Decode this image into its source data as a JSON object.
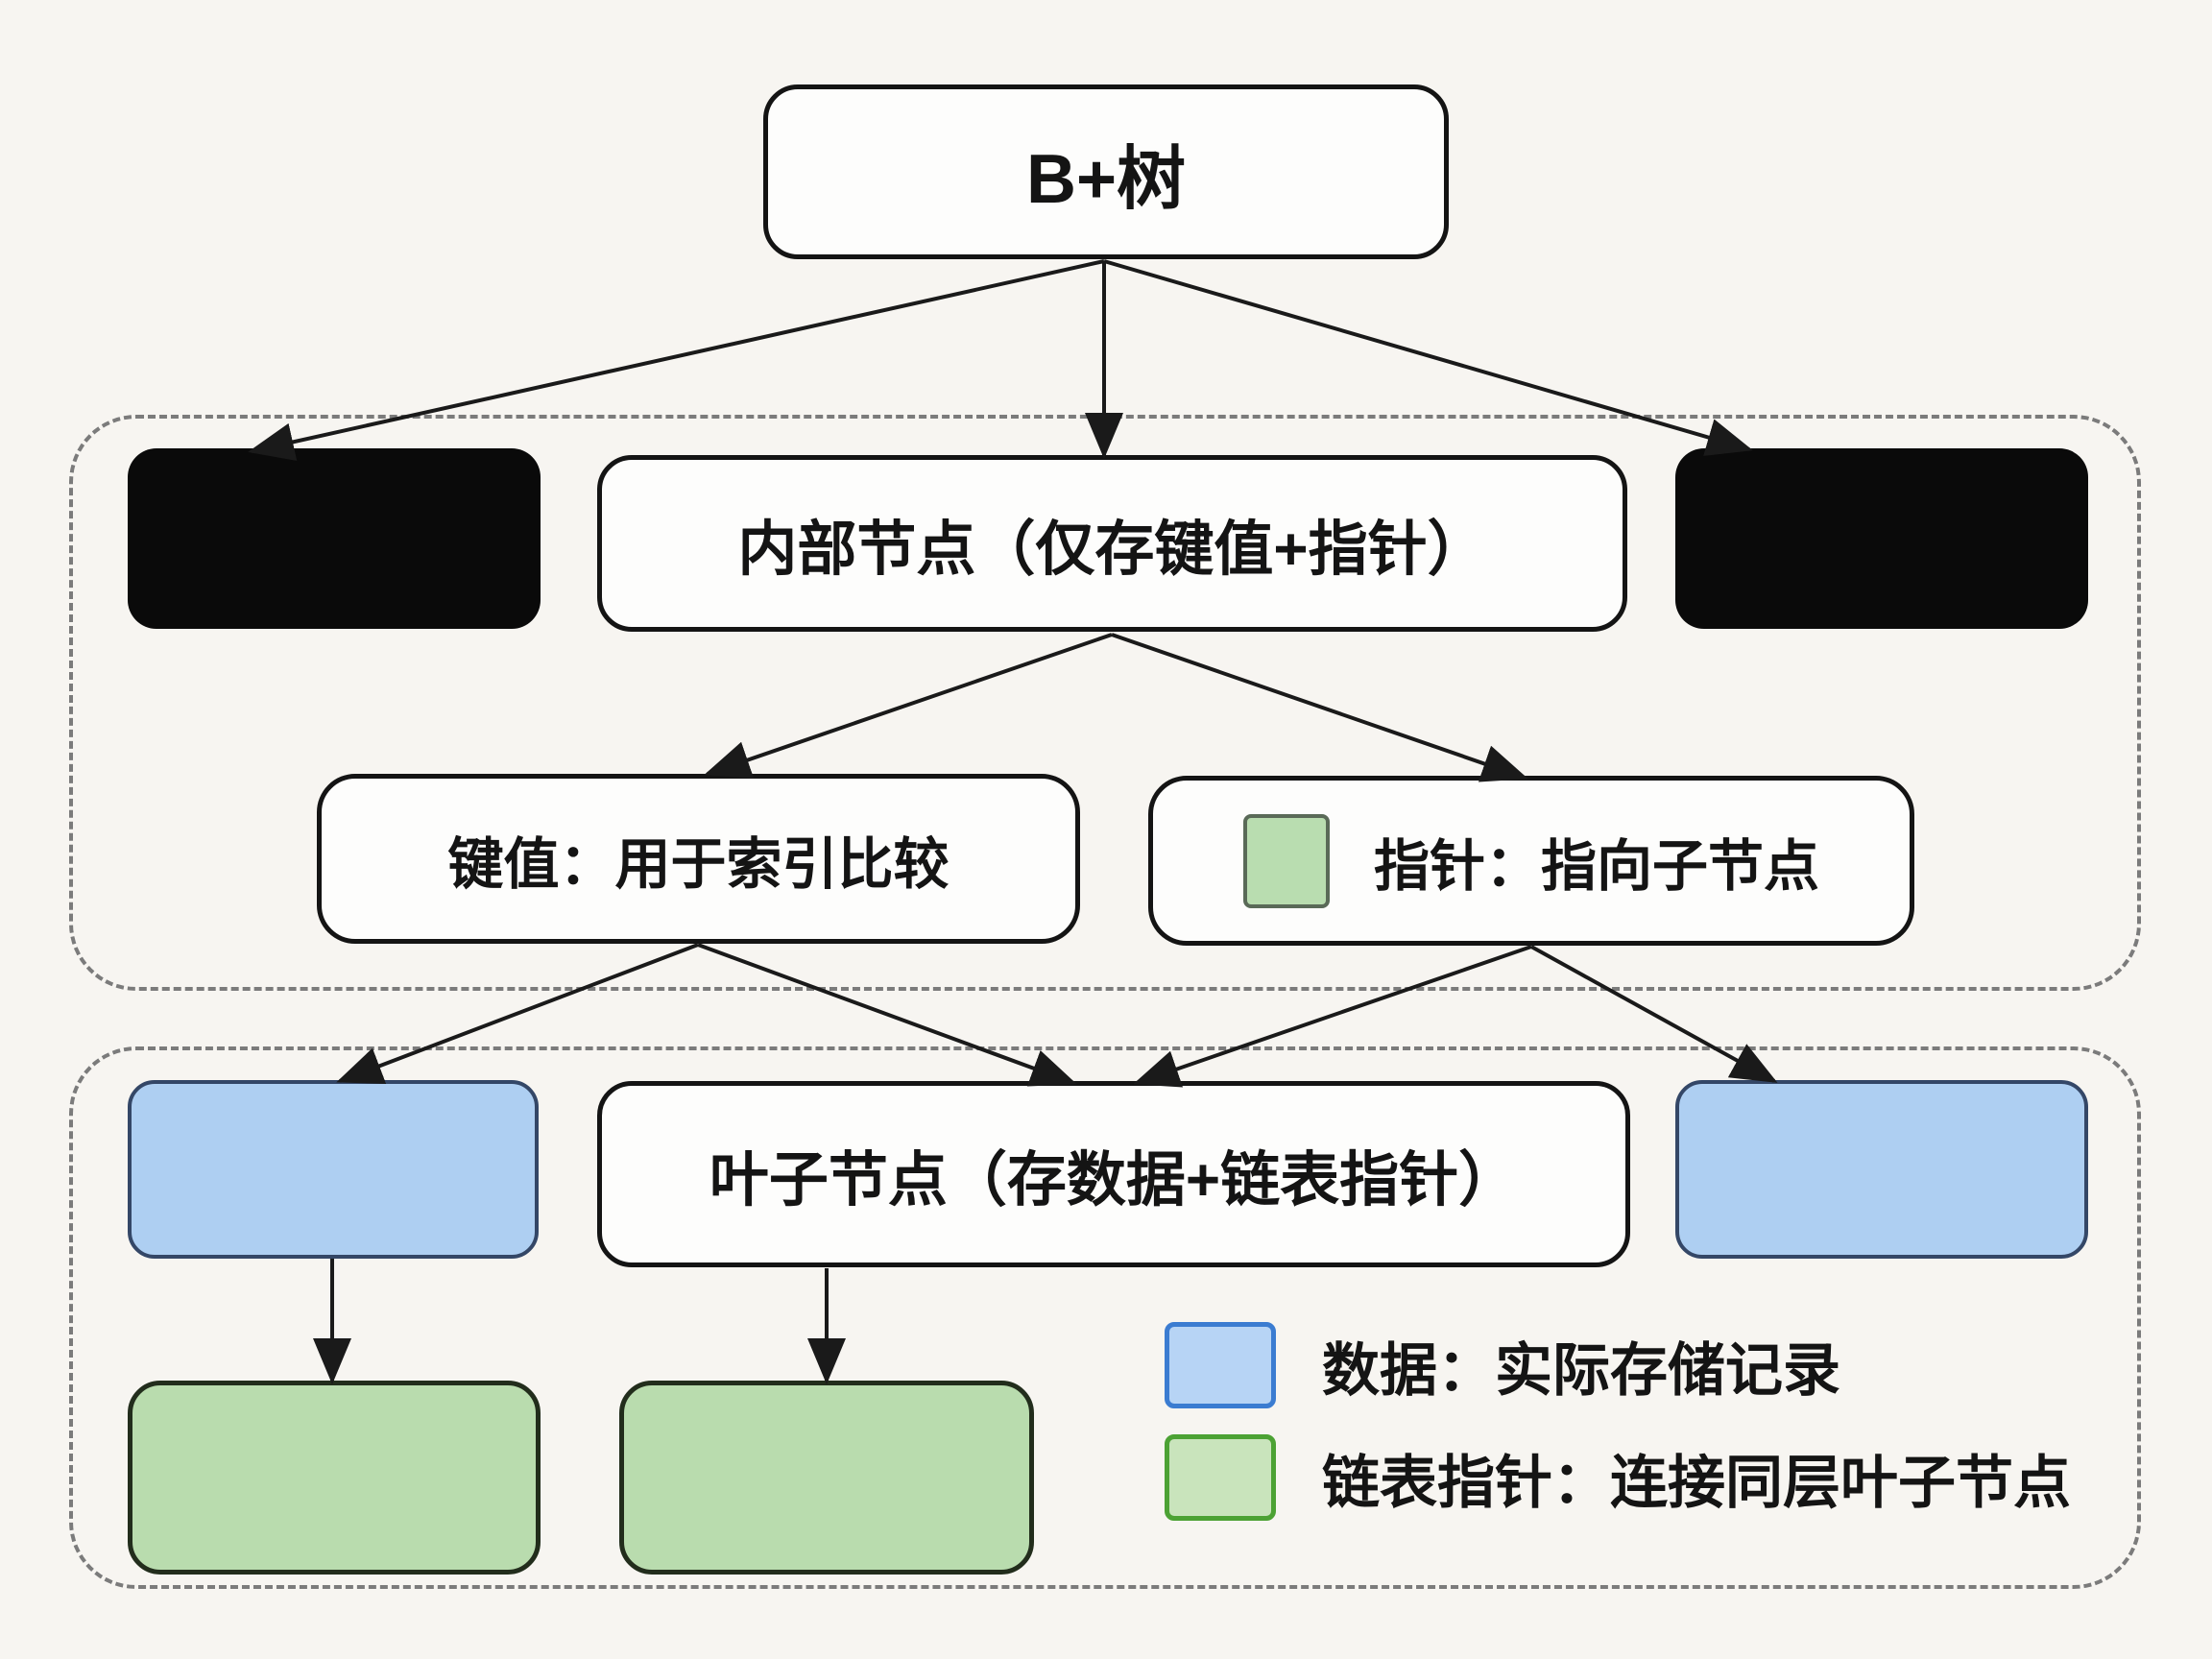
{
  "diagram": {
    "root_label": "B+树",
    "internal_label": "内部节点（仅存键值+指针）",
    "key_label": "键值：用于索引比较",
    "pointer_label": "指针：指向子节点",
    "leaf_label": "叶子节点（存数据+链表指针）",
    "legend": [
      {
        "name": "data",
        "label": "数据：实际存储记录",
        "fill": "#b7d4f5",
        "border": "#3b7cd1"
      },
      {
        "name": "linked-list-pointer",
        "label": "链表指针：连接同层叶子节点",
        "fill": "#c9e4bc",
        "border": "#4ca234"
      }
    ],
    "colors": {
      "background": "#f7f5f1",
      "node_border": "#141414",
      "black_node": "#0a0a0a",
      "blue_fill": "#aecff2",
      "blue_border": "#344767",
      "green_fill": "#b9dcae",
      "green_border": "#222d1c",
      "pointer_swatch_fill": "#b9ddb0",
      "pointer_swatch_border": "#5a6a58",
      "arrow": "#1a1a1a",
      "dashed_border": "#7b7b7b"
    }
  }
}
